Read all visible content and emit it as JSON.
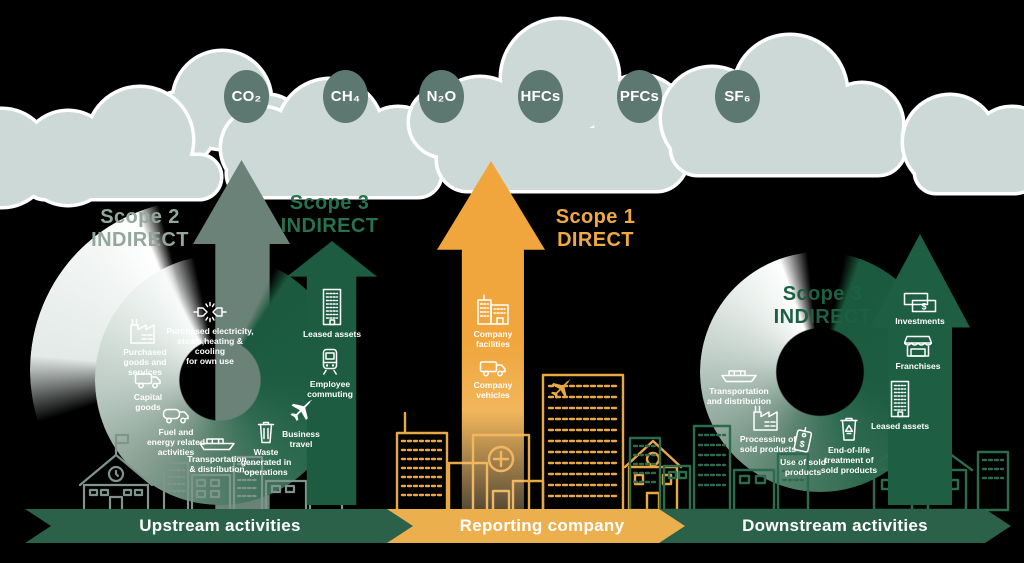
{
  "gases": [
    "CO₂",
    "CH₄",
    "N₂O",
    "HFCs",
    "PFCs",
    "SF₆"
  ],
  "scope_labels": {
    "scope2": "Scope 2\nINDIRECT",
    "scope3_upstream": "Scope 3\nINDIRECT",
    "scope1": "Scope 1\nDIRECT",
    "scope3_downstream": "Scope 3\nINDIRECT"
  },
  "upstream_items": {
    "electricity": "Purchased electricity,\nsteam,heating & cooling\nfor own use",
    "purchased_goods": "Purchased\ngoods and\nservices",
    "capital_goods": "Capital\ngoods",
    "fuel_energy": "Fuel and\nenergy related\nactivities",
    "transportation": "Transportation\n& distribution",
    "waste": "Waste\ngenerated in\noperations",
    "business_travel": "Business\ntravel",
    "employee_commuting": "Employee\ncommuting",
    "leased_assets": "Leased assets"
  },
  "reporting_items": {
    "company_facilities": "Company\nfacilities",
    "company_vehicles": "Company\nvehicles"
  },
  "downstream_items": {
    "investments": "Investments",
    "franchises": "Franchises",
    "leased_assets": "Leased assets",
    "transportation": "Transportation\nand distribution",
    "processing": "Processing of\nsold products",
    "use_of_sold": "Use of sold\nproducts",
    "end_of_life": "End-of-life\ntreatment of\nsold products"
  },
  "banners": {
    "upstream": "Upstream activities",
    "reporting": "Reporting company",
    "downstream": "Downstream activities"
  },
  "icons": {
    "dollar": "$"
  },
  "colors": {
    "cloud": "#cdd9d6",
    "gas_badge": "#5d7870",
    "scope2_arrow": "#6b8279",
    "scope_green_dark": "#1d5c41",
    "scope1_orange": "#f0a63c",
    "banner_green": "#2b6149",
    "banner_orange": "#ecaf4e",
    "scope2_text": "#93a89d",
    "scope3_text_left": "#27714e",
    "scope3_text_right": "#1d6045",
    "skyline_left": "#7e948c",
    "skyline_center": "#eaa845",
    "skyline_right": "#2d6b4d"
  }
}
